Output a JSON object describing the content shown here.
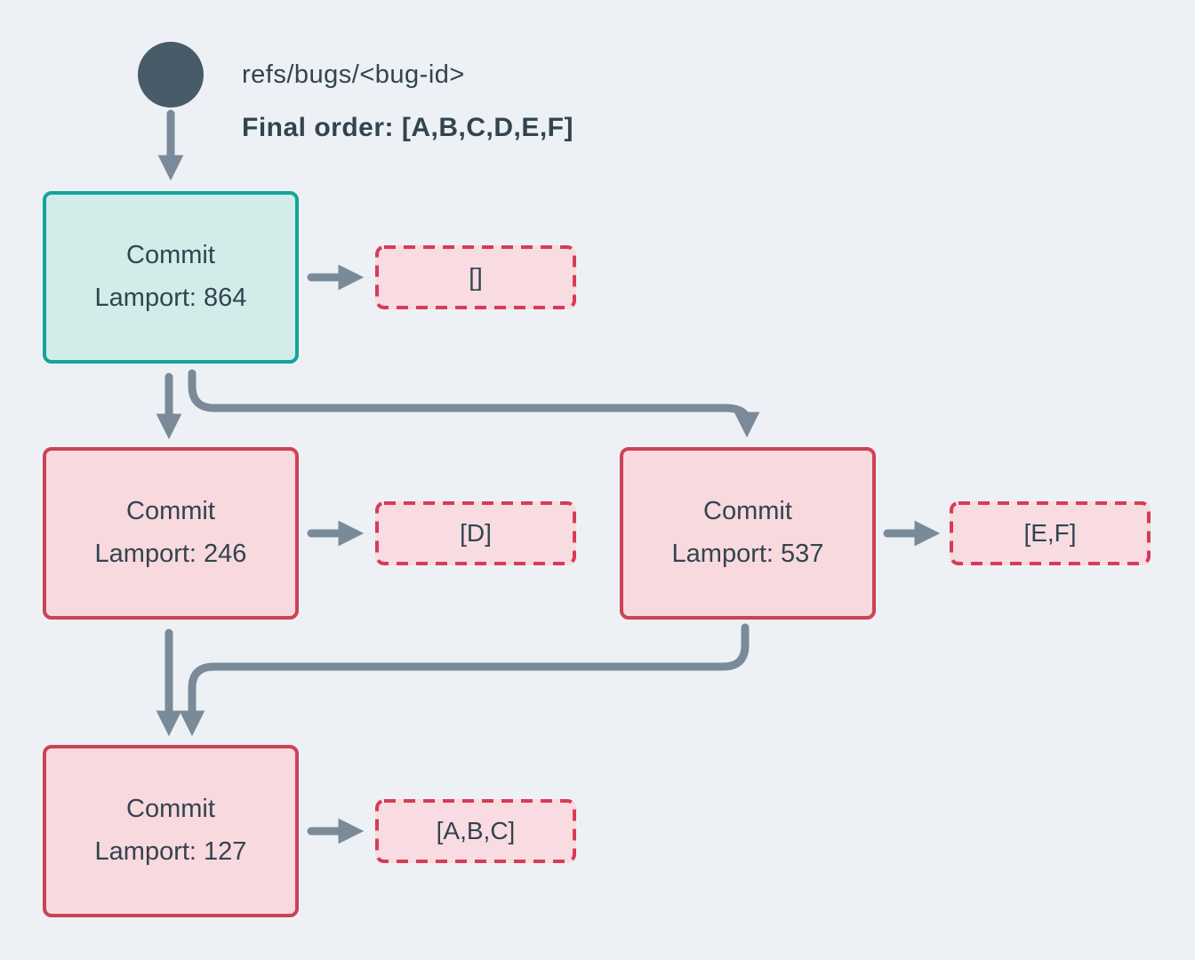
{
  "header": {
    "ref_label": "refs/bugs/<bug-id>",
    "final_order": "Final order: [A,B,C,D,E,F]"
  },
  "commits": {
    "root": {
      "title": "Commit",
      "lamport": "Lamport: 864",
      "ops": "[]"
    },
    "left": {
      "title": "Commit",
      "lamport": "Lamport: 246",
      "ops": "[D]"
    },
    "right": {
      "title": "Commit",
      "lamport": "Lamport: 537",
      "ops": "[E,F]"
    },
    "merge": {
      "title": "Commit",
      "lamport": "Lamport: 127",
      "ops": "[A,B,C]"
    }
  },
  "colors": {
    "background": "#edf1f5",
    "text": "#334450",
    "arrow": "#7a8a98",
    "ref_dot": "#475b69",
    "merged_commit_border": "#16a398",
    "merged_commit_fill": "#d2ecea",
    "commit_border": "#cc4257",
    "commit_fill": "#f8d9de",
    "operations_border": "#d63c56",
    "operations_fill": "#f9dce1"
  }
}
